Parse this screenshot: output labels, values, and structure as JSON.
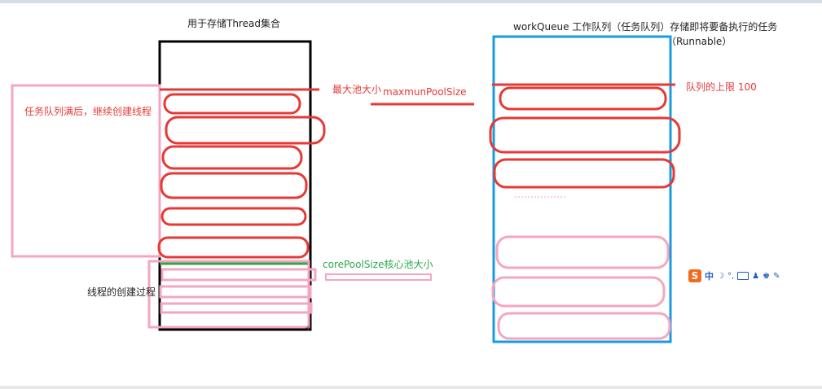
{
  "labels": {
    "thread_set_title": "用于存储Thread集合",
    "work_queue_title_line1": "workQueue 工作队列（任务队列）存储即将要备执行的任务",
    "work_queue_title_line2": "（Runnable）",
    "max_pool_label": "最大池大小",
    "max_pool_param": "maxmunPoolSize",
    "queue_limit_label": "队列的上限 100",
    "queue_full_note": "任务队列满后，继续创建线程",
    "core_pool_label": "corePoolSize核心池大小",
    "creation_process_label": "线程的创建过程"
  },
  "ime": {
    "logo": "S",
    "mode": "中",
    "moon": "☽",
    "dot": "°,",
    "person": "♟",
    "shirt": "♚",
    "wrench": "✎"
  },
  "colors": {
    "red": "#e53935",
    "pink": "#f4a6c0",
    "green": "#2ea84a",
    "blue": "#1a9be0",
    "black": "#000000"
  }
}
